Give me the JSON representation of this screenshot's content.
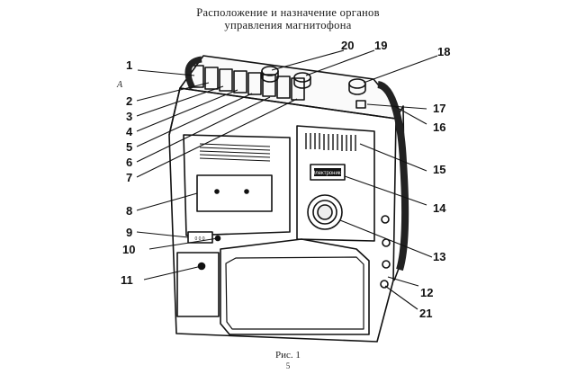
{
  "heading": {
    "line1": "Расположение и назначение органов",
    "line2": "управления магнитофона"
  },
  "figure": {
    "corner_mark": "A",
    "panel_label": "Электроника",
    "counter_value": "0 0 0",
    "callouts": [
      "1",
      "2",
      "3",
      "4",
      "5",
      "6",
      "7",
      "8",
      "9",
      "10",
      "11",
      "12",
      "13",
      "14",
      "15",
      "16",
      "17",
      "18",
      "19",
      "20",
      "21"
    ]
  },
  "caption": "Рис. 1",
  "page_number": "5"
}
